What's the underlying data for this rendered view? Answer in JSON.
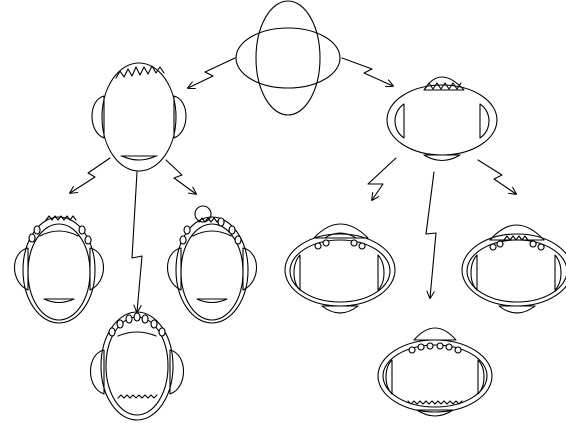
{
  "diagram": {
    "background": "#ffffff",
    "stroke": "#000000",
    "root": {
      "name": "crossed-ellipses"
    },
    "branches": [
      {
        "side": "left",
        "orientation": "vertical",
        "children": [
          "left-variant-a",
          "left-variant-b",
          "left-variant-c"
        ]
      },
      {
        "side": "right",
        "orientation": "horizontal",
        "children": [
          "right-variant-a",
          "right-variant-b",
          "right-variant-c"
        ]
      }
    ]
  }
}
